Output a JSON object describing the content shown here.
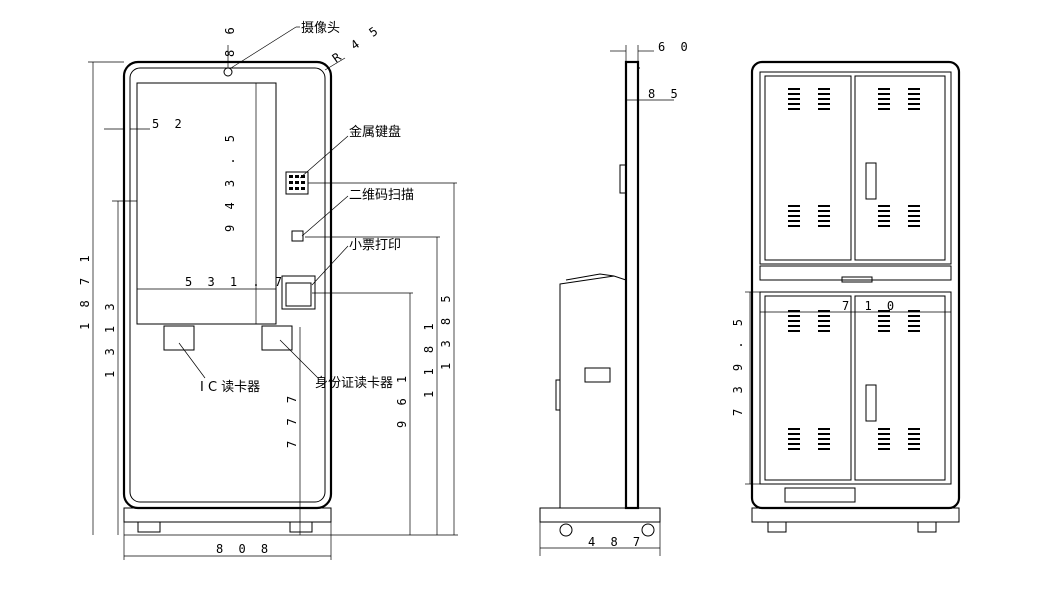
{
  "front": {
    "camera": "摄像头",
    "metal_keyboard": "金属键盘",
    "qr_scan": "二维码扫描",
    "ticket_print": "小票打印",
    "ic_reader": "I C 读卡器",
    "id_reader": "身份证读卡器",
    "dims": {
      "d_8_6": "8 6",
      "d_r45": "R 4 5",
      "d_52": "5 2",
      "d_943_5": "9 4 3 . 5",
      "d_531_7": "5 3 1 . 7",
      "d_1871": "1 8 7 1",
      "d_1313": "1 3 1 3",
      "d_777": "7 7 7",
      "d_961": "9 6 1",
      "d_1181": "1 1 8 1",
      "d_1385": "1 3 8 5",
      "d_808": "8 0 8"
    }
  },
  "side": {
    "dims": {
      "d_60": "6 0",
      "d_85": "8 5",
      "d_487": "4 8 7"
    }
  },
  "rear": {
    "dims": {
      "d_710": "7 1 0",
      "d_739_5": "7 3 9 . 5"
    }
  }
}
